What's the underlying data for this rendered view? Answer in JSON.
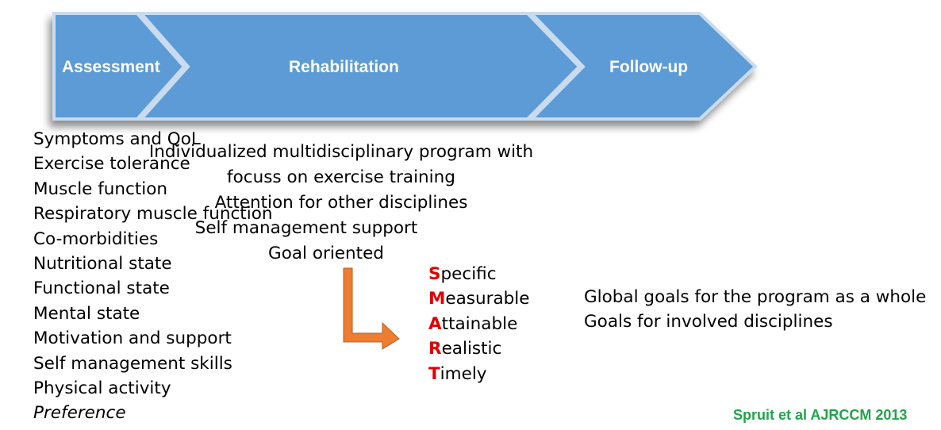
{
  "stages": {
    "assessment": "Assessment",
    "rehabilitation": "Rehabilitation",
    "follow_up": "Follow-up"
  },
  "assessment_items": [
    "Symptoms and QoL",
    "Exercise tolerance",
    "Muscle function",
    "Respiratory muscle function",
    "Co-morbidities",
    "Nutritional state",
    "Functional state",
    "Mental state",
    "Motivation and support",
    "Self management skills",
    "Physical activity",
    "Preference"
  ],
  "rehabilitation_items": [
    "Individualized multidisciplinary program with",
    "focuss on exercise training",
    "Attention for other disciplines",
    "Self management support",
    "Goal oriented"
  ],
  "smart": [
    {
      "letter": "S",
      "rest": "pecific"
    },
    {
      "letter": "M",
      "rest": "easurable"
    },
    {
      "letter": "A",
      "rest": "ttainable"
    },
    {
      "letter": "R",
      "rest": "ealistic"
    },
    {
      "letter": "T",
      "rest": "imely"
    }
  ],
  "follow_up_items": [
    "Global goals for the program as a whole",
    "Goals for involved disciplines"
  ],
  "citation": "Spruit et al AJRCCM 2013",
  "colors": {
    "chevron_fill": "#5b9bd5",
    "chevron_edge": "#c9dbee",
    "orange_arrow": "#ed7d31",
    "smart_letter": "#e00000",
    "citation": "#22a34a"
  }
}
